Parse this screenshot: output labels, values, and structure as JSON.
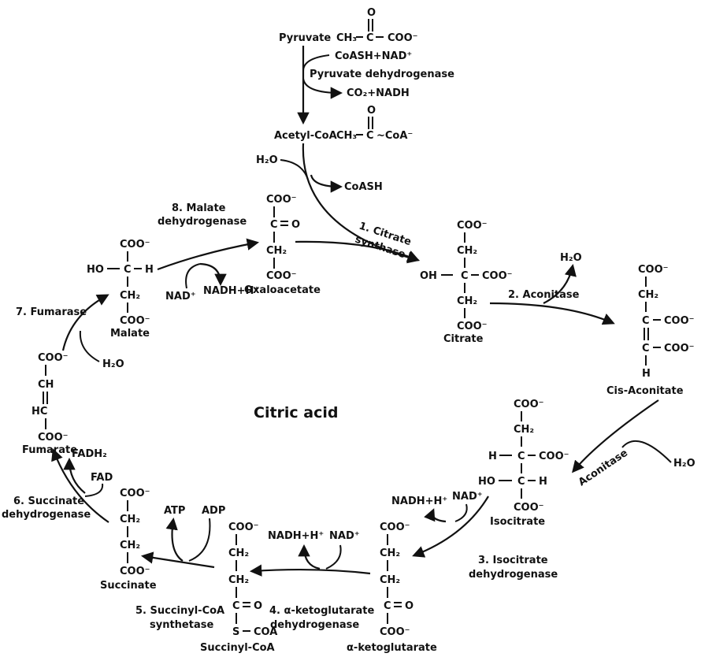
{
  "center_label": "Citric acid",
  "pyruvate": {
    "name": "Pyruvate",
    "formula_o": "O",
    "ch3": "CH₃",
    "c": "C",
    "coo": "COO⁻",
    "cofactors_in": "CoASH+NAD⁺",
    "enzyme": "Pyruvate dehydrogenase",
    "products": "CO₂+NADH"
  },
  "acetyl_coa": {
    "name": "Acetyl-CoA",
    "o": "O",
    "ch3": "CH₃",
    "c": "C",
    "coa": "~CoA⁻"
  },
  "condensation": {
    "water": "H₂O",
    "coash": "CoASH"
  },
  "step1": {
    "enzyme_line1": "1. Citrate",
    "enzyme_line2": "synthase"
  },
  "citrate": {
    "name": "Citrate",
    "coo_top": "COO⁻",
    "ch2_top": "CH₂",
    "oh": "OH",
    "c": "C",
    "coo_right": "COO⁻",
    "ch2_bottom": "CH₂",
    "coo_bottom": "COO⁻"
  },
  "step2": {
    "enzyme": "2. Aconitase",
    "water": "H₂O"
  },
  "cis_aconitate": {
    "name": "Cis-Aconitate",
    "coo_top": "COO⁻",
    "ch2": "CH₂",
    "c1": "C",
    "coo1": "COO⁻",
    "c2": "C",
    "coo2": "COO⁻",
    "h": "H"
  },
  "step2b": {
    "enzyme": "Aconitase",
    "water": "H₂O"
  },
  "isocitrate": {
    "name": "Isocitrate",
    "coo_top": "COO⁻",
    "ch2": "CH₂",
    "h": "H",
    "c1": "C",
    "coo_right": "COO⁻",
    "ho": "HO",
    "c2": "C",
    "h2": "H",
    "coo_bottom": "COO⁻"
  },
  "step3": {
    "enzyme_line1": "3. Isocitrate",
    "enzyme_line2": "dehydrogenase",
    "nadh": "NADH+H⁺",
    "nad": "NAD⁺"
  },
  "akg": {
    "name": "α-ketoglutarate",
    "coo_top": "COO⁻",
    "ch2_1": "CH₂",
    "ch2_2": "CH₂",
    "c": "C",
    "o": "O",
    "coo_bottom": "COO⁻"
  },
  "step4": {
    "enzyme_line1": "4. α-ketoglutarate",
    "enzyme_line2": "dehydrogenase",
    "nadh": "NADH+H⁺",
    "nad": "NAD⁺"
  },
  "succinyl_coa": {
    "name": "Succinyl-CoA",
    "coo_top": "COO⁻",
    "ch2_1": "CH₂",
    "ch2_2": "CH₂",
    "c": "C",
    "o": "O",
    "s": "S",
    "coa": "COA"
  },
  "step5": {
    "enzyme_line1": "5. Succinyl-CoA",
    "enzyme_line2": "synthetase",
    "atp": "ATP",
    "adp": "ADP"
  },
  "succinate": {
    "name": "Succinate",
    "coo_top": "COO⁻",
    "ch2_1": "CH₂",
    "ch2_2": "CH₂",
    "coo_bottom": "COO⁻"
  },
  "step6": {
    "enzyme_line1": "6. Succinate",
    "enzyme_line2": "dehydrogenase",
    "fadh2": "FADH₂",
    "fad": "FAD"
  },
  "fumarate": {
    "name": "Fumarate",
    "coo_top": "COO⁻",
    "ch": "CH",
    "hc": "HC",
    "coo_bottom": "COO⁻"
  },
  "step7": {
    "enzyme": "7. Fumarase",
    "water": "H₂O"
  },
  "malate": {
    "name": "Malate",
    "coo_top": "COO⁻",
    "ho": "HO",
    "c": "C",
    "h": "H",
    "ch2": "CH₂",
    "coo_bottom": "COO⁻"
  },
  "step8": {
    "enzyme_line1": "8. Malate",
    "enzyme_line2": "dehydrogenase",
    "nad": "NAD⁺",
    "nadh": "NADH+H⁺"
  },
  "oxaloacetate": {
    "name": "Oxaloacetate",
    "coo_top": "COO⁻",
    "c": "C",
    "o": "O",
    "ch2": "CH₂",
    "coo_bottom": "COO⁻"
  }
}
